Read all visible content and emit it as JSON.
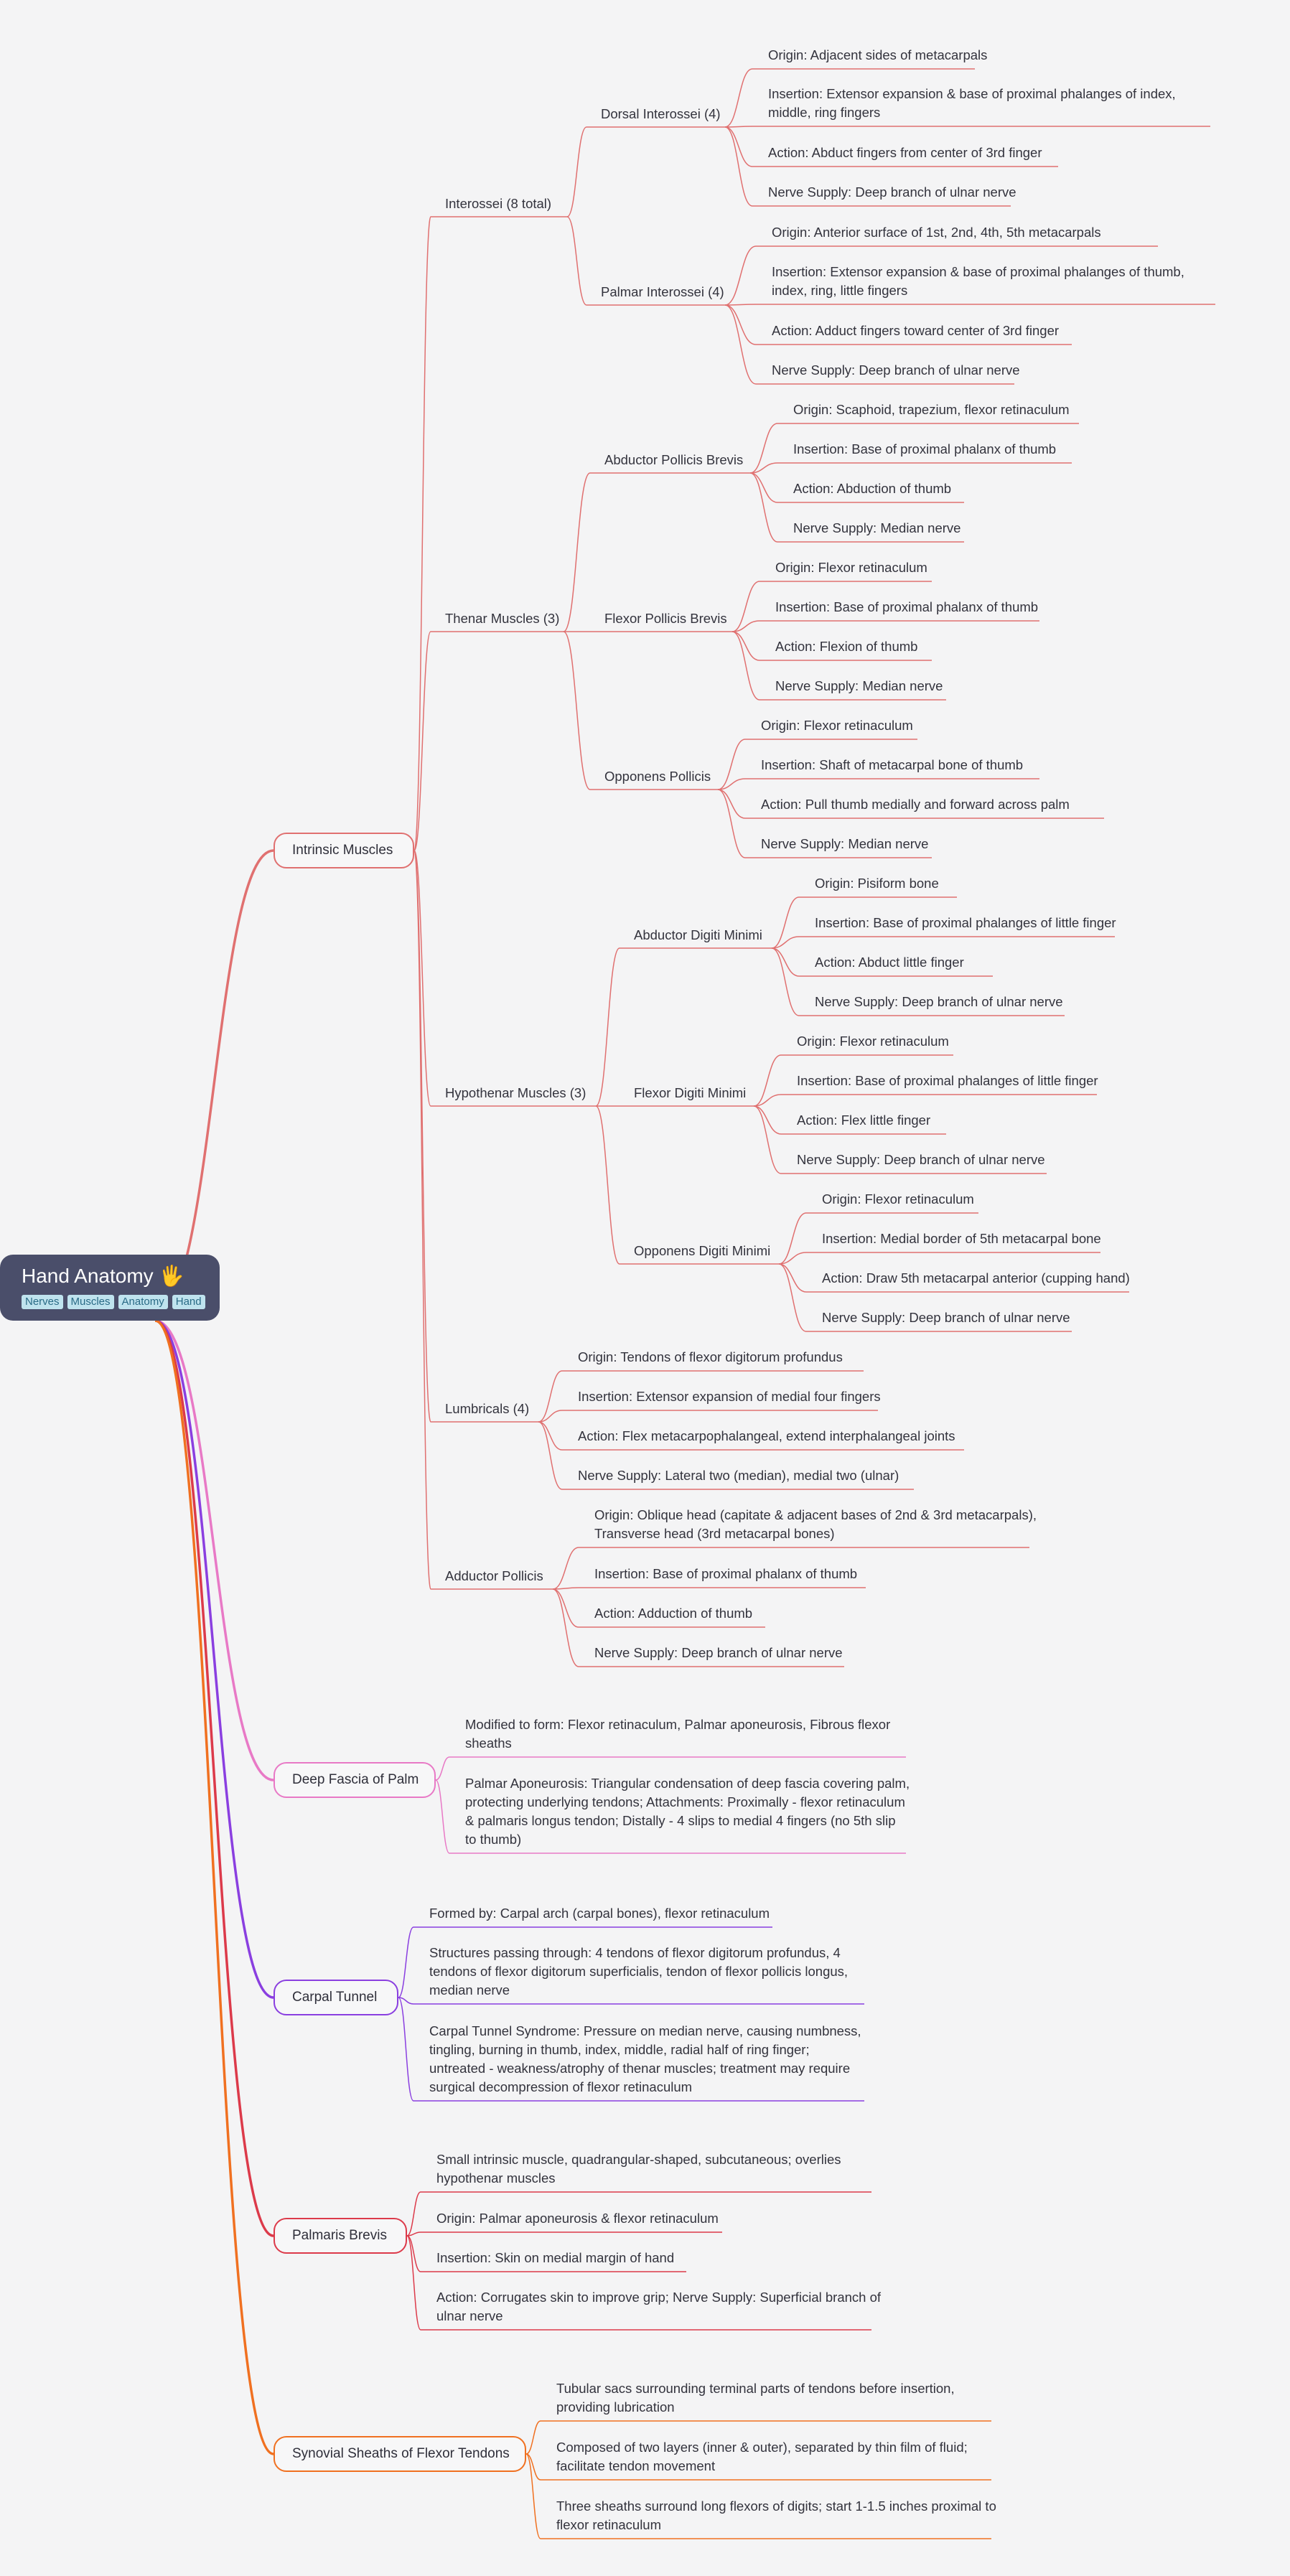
{
  "root": {
    "title": "Hand Anatomy",
    "emoji": "🖐",
    "tags": [
      "Nerves",
      "Muscles",
      "Anatomy",
      "Hand"
    ]
  },
  "colors": {
    "intrinsic": "#e07070",
    "deep_fascia": "#e879c6",
    "carpal": "#8a3fe0",
    "palmaris": "#dc3a4a",
    "synovial": "#f07020"
  },
  "branches": {
    "intrinsic": {
      "label": "Intrinsic Muscles",
      "interossei": {
        "label": "Interossei (8 total)",
        "dorsal": {
          "label": "Dorsal Interossei (4)",
          "items": [
            "Origin: Adjacent sides of metacarpals",
            "Insertion: Extensor expansion & base of proximal phalanges of index, middle, ring fingers",
            "Action: Abduct fingers from center of 3rd finger",
            "Nerve Supply: Deep branch of ulnar nerve"
          ]
        },
        "palmar": {
          "label": "Palmar Interossei (4)",
          "items": [
            "Origin: Anterior surface of 1st, 2nd, 4th, 5th metacarpals",
            "Insertion: Extensor expansion & base of proximal phalanges of thumb, index, ring, little fingers",
            "Action: Adduct fingers toward center of 3rd finger",
            "Nerve Supply: Deep branch of ulnar nerve"
          ]
        }
      },
      "thenar": {
        "label": "Thenar Muscles (3)",
        "apb": {
          "label": "Abductor Pollicis Brevis",
          "items": [
            "Origin: Scaphoid, trapezium, flexor retinaculum",
            "Insertion: Base of proximal phalanx of thumb",
            "Action: Abduction of thumb",
            "Nerve Supply: Median nerve"
          ]
        },
        "fpb": {
          "label": "Flexor Pollicis Brevis",
          "items": [
            "Origin: Flexor retinaculum",
            "Insertion: Base of proximal phalanx of thumb",
            "Action: Flexion of thumb",
            "Nerve Supply: Median nerve"
          ]
        },
        "op": {
          "label": "Opponens Pollicis",
          "items": [
            "Origin: Flexor retinaculum",
            "Insertion: Shaft of metacarpal bone of thumb",
            "Action: Pull thumb medially and forward across palm",
            "Nerve Supply: Median nerve"
          ]
        }
      },
      "hypothenar": {
        "label": "Hypothenar Muscles (3)",
        "adm": {
          "label": "Abductor Digiti Minimi",
          "items": [
            "Origin: Pisiform bone",
            "Insertion: Base of proximal phalanges of little finger",
            "Action: Abduct little finger",
            "Nerve Supply: Deep branch of ulnar nerve"
          ]
        },
        "fdm": {
          "label": "Flexor Digiti Minimi",
          "items": [
            "Origin: Flexor retinaculum",
            "Insertion: Base of proximal phalanges of little finger",
            "Action: Flex little finger",
            "Nerve Supply: Deep branch of ulnar nerve"
          ]
        },
        "odm": {
          "label": "Opponens Digiti Minimi",
          "items": [
            "Origin: Flexor retinaculum",
            "Insertion: Medial border of 5th metacarpal bone",
            "Action: Draw 5th metacarpal anterior (cupping hand)",
            "Nerve Supply: Deep branch of ulnar nerve"
          ]
        }
      },
      "lumbricals": {
        "label": "Lumbricals (4)",
        "items": [
          "Origin: Tendons of flexor digitorum profundus",
          "Insertion: Extensor expansion of medial four fingers",
          "Action: Flex metacarpophalangeal, extend interphalangeal joints",
          "Nerve Supply: Lateral two (median), medial two (ulnar)"
        ]
      },
      "adductor": {
        "label": "Adductor Pollicis",
        "items": [
          "Origin: Oblique head (capitate & adjacent bases of 2nd & 3rd metacarpals), Transverse head (3rd metacarpal bones)",
          "Insertion: Base of proximal phalanx of thumb",
          "Action: Adduction of thumb",
          "Nerve Supply: Deep branch of ulnar nerve"
        ]
      }
    },
    "deep_fascia": {
      "label": "Deep Fascia of Palm",
      "items": [
        "Modified to form: Flexor retinaculum, Palmar aponeurosis, Fibrous flexor sheaths",
        "Palmar Aponeurosis: Triangular condensation of deep fascia covering palm, protecting underlying tendons; Attachments: Proximally - flexor retinaculum & palmaris longus tendon; Distally - 4 slips to medial 4 fingers (no 5th slip to thumb)"
      ]
    },
    "carpal": {
      "label": "Carpal Tunnel",
      "items": [
        "Formed by: Carpal arch (carpal bones), flexor retinaculum",
        "Structures passing through: 4 tendons of flexor digitorum profundus, 4 tendons of flexor digitorum superficialis, tendon of flexor pollicis longus, median nerve",
        "Carpal Tunnel Syndrome: Pressure on median nerve, causing numbness, tingling, burning in thumb, index, middle, radial half of ring finger; untreated - weakness/atrophy of thenar muscles; treatment may require surgical decompression of flexor retinaculum"
      ]
    },
    "palmaris": {
      "label": "Palmaris Brevis",
      "items": [
        "Small intrinsic muscle, quadrangular-shaped, subcutaneous; overlies hypothenar muscles",
        "Origin: Palmar aponeurosis & flexor retinaculum",
        "Insertion: Skin on medial margin of hand",
        "Action: Corrugates skin to improve grip; Nerve Supply: Superficial branch of ulnar nerve"
      ]
    },
    "synovial": {
      "label": "Synovial Sheaths of Flexor Tendons",
      "items": [
        "Tubular sacs surrounding terminal parts of tendons before insertion, providing lubrication",
        "Composed of two layers (inner & outer), separated by thin film of fluid; facilitate tendon movement",
        "Three sheaths surround long flexors of digits; start 1-1.5 inches proximal to flexor retinaculum"
      ]
    }
  }
}
